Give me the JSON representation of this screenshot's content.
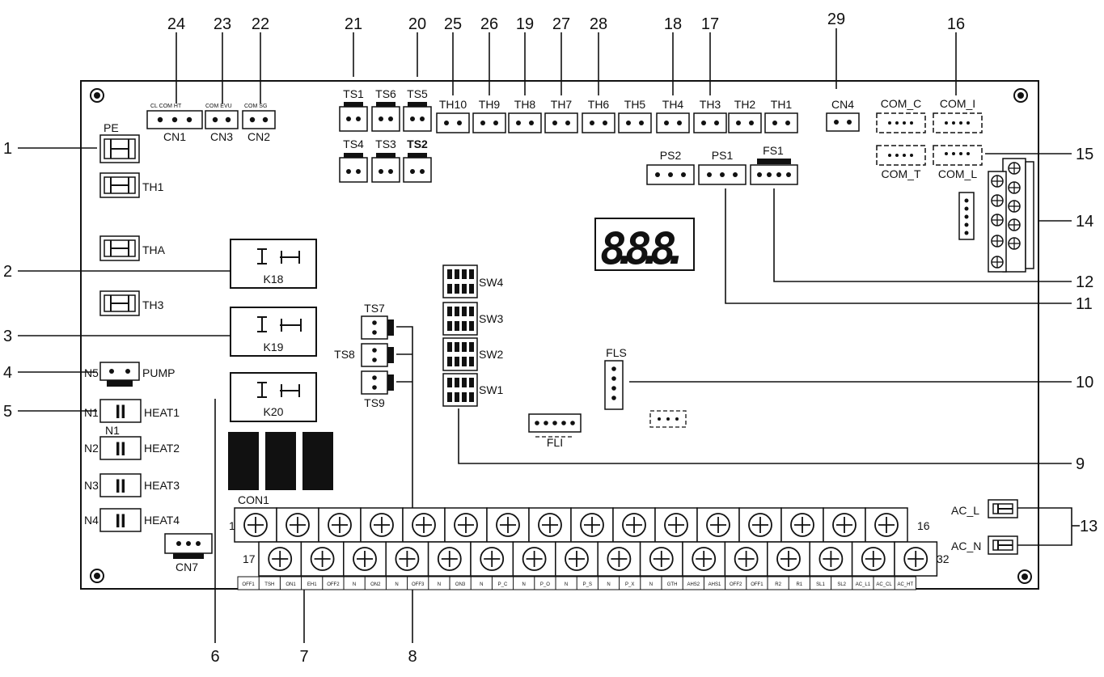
{
  "board": {
    "callouts": [
      "1",
      "2",
      "3",
      "4",
      "5",
      "6",
      "7",
      "8",
      "9",
      "10",
      "11",
      "12",
      "13",
      "14",
      "15",
      "16",
      "17",
      "18",
      "19",
      "20",
      "21",
      "22",
      "23",
      "24",
      "25",
      "26",
      "27",
      "28",
      "29"
    ],
    "top_connectors": {
      "ts_top": [
        "TS1",
        "TS6",
        "TS5"
      ],
      "ts_bottom": [
        "TS4",
        "TS3",
        "TS2"
      ],
      "th_row": [
        "TH10",
        "TH9",
        "TH8",
        "TH7",
        "TH6",
        "TH5",
        "TH4",
        "TH3",
        "TH2",
        "TH1"
      ],
      "cn4": "CN4",
      "com_top": [
        "COM_C",
        "COM_I"
      ],
      "com_bottom": [
        "COM_T",
        "COM_L"
      ],
      "ps": [
        "PS2",
        "PS1"
      ],
      "fs1": "FS1"
    },
    "cn_block": {
      "cn1_pins": "CL COM HT",
      "cn3_pins": "COM EVU",
      "cn2_pins": "COM SG",
      "names": [
        "CN1",
        "CN3",
        "CN2"
      ]
    },
    "left_side": {
      "pe": "PE",
      "th1": "TH1",
      "tha": "THA",
      "th3": "TH3",
      "pump_prefix": "N5",
      "pump": "PUMP",
      "heaters": [
        {
          "n": "N1",
          "name": "HEAT1"
        },
        {
          "n": "N2",
          "name": "HEAT2"
        },
        {
          "n": "N3",
          "name": "HEAT3"
        },
        {
          "n": "N4",
          "name": "HEAT4"
        }
      ],
      "n1_sub": "N1",
      "cn7": "CN7"
    },
    "relays": [
      "K18",
      "K19",
      "K20"
    ],
    "mid": {
      "ts_side": [
        "TS7",
        "TS8",
        "TS9"
      ],
      "switches": [
        "SW4",
        "SW3",
        "SW2",
        "SW1"
      ],
      "display": "8.8.8.",
      "fls": "FLS",
      "fli": "FLI"
    },
    "terminal": {
      "con": "CON1",
      "start_top": "1",
      "end_top": "16",
      "start_bottom": "17",
      "end_bottom": "32",
      "pin_labels": [
        "OFF1",
        "TSH",
        "ON1",
        "EH1",
        "OFF2",
        "N",
        "ON2",
        "N",
        "OFF3",
        "N",
        "ON3",
        "N",
        "P_C",
        "N",
        "P_O",
        "N",
        "P_S",
        "N",
        "P_X",
        "N",
        "GTH",
        "AHS2",
        "AHS1",
        "OFF2",
        "OFF1",
        "R2",
        "R1",
        "SL1",
        "SL2",
        "AC_L1",
        "AC_CL",
        "AC_HT"
      ]
    },
    "ac": [
      "AC_L",
      "AC_N"
    ]
  }
}
